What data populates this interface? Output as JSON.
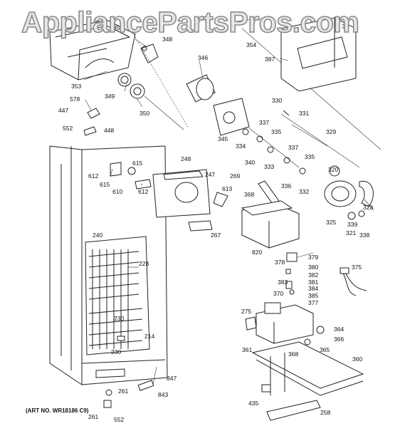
{
  "watermark": "AppliancePartsPros.com",
  "art_note": "(ART NO. WR18186 C9)",
  "callouts": [
    "35",
    "348",
    "346",
    "354",
    "387",
    "38",
    "353",
    "349",
    "350",
    "578",
    "447",
    "552",
    "448",
    "330",
    "331",
    "329",
    "337",
    "335",
    "345",
    "334",
    "340",
    "333",
    "337",
    "335",
    "612",
    "615",
    "610",
    "615",
    "612",
    "248",
    "247",
    "613",
    "269",
    "368",
    "320",
    "336",
    "332",
    "328",
    "325",
    "321",
    "339",
    "338",
    "267",
    "820",
    "240",
    "228",
    "379",
    "378",
    "380",
    "382",
    "381",
    "383",
    "384",
    "385",
    "377",
    "370",
    "375",
    "230",
    "275",
    "364",
    "366",
    "230",
    "214",
    "361",
    "368",
    "365",
    "360",
    "847",
    "261",
    "843",
    "435",
    "258",
    "261",
    "552"
  ]
}
